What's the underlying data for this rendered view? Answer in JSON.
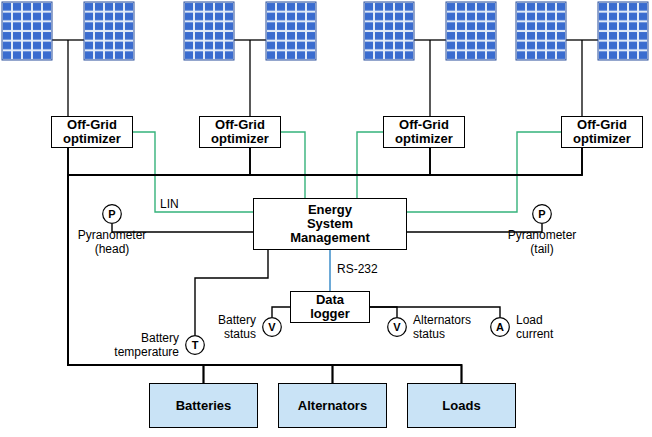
{
  "diagram": {
    "nodes": [
      {
        "text": [
          "Off-Grid optimizer"
        ]
      },
      {
        "text": [
          "Off-Grid optimizer"
        ]
      },
      {
        "text": [
          "Off-Grid optimizer"
        ]
      },
      {
        "text": [
          "Off-Grid optimizer"
        ]
      },
      {
        "text": [
          "Energy System Management"
        ]
      },
      {
        "text": [
          "P",
          "Pyranometer (head)"
        ]
      },
      {
        "text": [
          "P",
          "Pyranometer (tail)"
        ]
      },
      {
        "text": [
          "Data logger"
        ]
      },
      {
        "text": [
          "T",
          "Battery temperature"
        ]
      },
      {
        "text": [
          "V",
          "Battery status"
        ]
      },
      {
        "text": [
          "V",
          "Alternators status"
        ]
      },
      {
        "text": [
          "A",
          "Load current"
        ]
      },
      {
        "text": [
          "Batteries"
        ]
      },
      {
        "text": [
          "Alternators"
        ]
      },
      {
        "text": [
          "Loads"
        ]
      }
    ],
    "edges": [
      {
        "from": 0,
        "to": 4,
        "arrow": "none",
        "label": "LIN"
      },
      {
        "from": 1,
        "to": 4,
        "arrow": "none"
      },
      {
        "from": 2,
        "to": 4,
        "arrow": "none"
      },
      {
        "from": 3,
        "to": 4,
        "arrow": "none"
      },
      {
        "from": 4,
        "to": 7,
        "arrow": "none",
        "label": "RS-232"
      },
      {
        "from": 4,
        "to": 5,
        "arrow": "none"
      },
      {
        "from": 4,
        "to": 6,
        "arrow": "none"
      },
      {
        "from": 4,
        "to": 8,
        "arrow": "none"
      },
      {
        "from": 7,
        "to": 9,
        "arrow": "none"
      },
      {
        "from": 7,
        "to": 10,
        "arrow": "none"
      },
      {
        "from": 7,
        "to": 11,
        "arrow": "none"
      },
      {
        "from": 0,
        "to": 12,
        "arrow": "none"
      },
      {
        "from": 0,
        "to": 13,
        "arrow": "none"
      },
      {
        "from": 0,
        "to": 14,
        "arrow": "none"
      },
      {
        "from": 1,
        "to": 12,
        "arrow": "none"
      },
      {
        "from": 1,
        "to": 13,
        "arrow": "none"
      },
      {
        "from": 1,
        "to": 14,
        "arrow": "none"
      },
      {
        "from": 2,
        "to": 12,
        "arrow": "none"
      },
      {
        "from": 2,
        "to": 13,
        "arrow": "none"
      },
      {
        "from": 2,
        "to": 14,
        "arrow": "none"
      },
      {
        "from": 3,
        "to": 12,
        "arrow": "none"
      },
      {
        "from": 3,
        "to": 13,
        "arrow": "none"
      },
      {
        "from": 3,
        "to": 14,
        "arrow": "none"
      }
    ]
  }
}
